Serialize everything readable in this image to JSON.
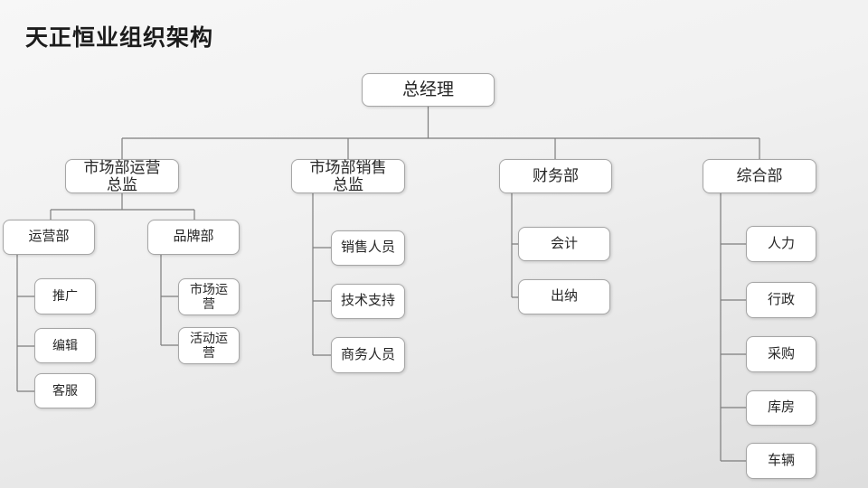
{
  "title": "天正恒业组织架构",
  "colors": {
    "background_top": "#f7f7f7",
    "background_bottom": "#dedede",
    "node_fill": "#ffffff",
    "node_border": "#a6a6a6",
    "connector": "#7d7d7d",
    "text": "#262626"
  },
  "org": {
    "root": {
      "label": "总经理"
    },
    "branches": [
      {
        "label": "市场部运营\n总监",
        "children": [
          {
            "label": "运营部",
            "children": [
              {
                "label": "推广"
              },
              {
                "label": "编辑"
              },
              {
                "label": "客服"
              }
            ]
          },
          {
            "label": "品牌部",
            "children": [
              {
                "label": "市场运\n营"
              },
              {
                "label": "活动运\n营"
              }
            ]
          }
        ]
      },
      {
        "label": "市场部销售\n总监",
        "children": [
          {
            "label": "销售人员"
          },
          {
            "label": "技术支持"
          },
          {
            "label": "商务人员"
          }
        ]
      },
      {
        "label": "财务部",
        "children": [
          {
            "label": "会计"
          },
          {
            "label": "出纳"
          }
        ]
      },
      {
        "label": "综合部",
        "children": [
          {
            "label": "人力"
          },
          {
            "label": "行政"
          },
          {
            "label": "采购"
          },
          {
            "label": "库房"
          },
          {
            "label": "车辆"
          }
        ]
      }
    ]
  }
}
